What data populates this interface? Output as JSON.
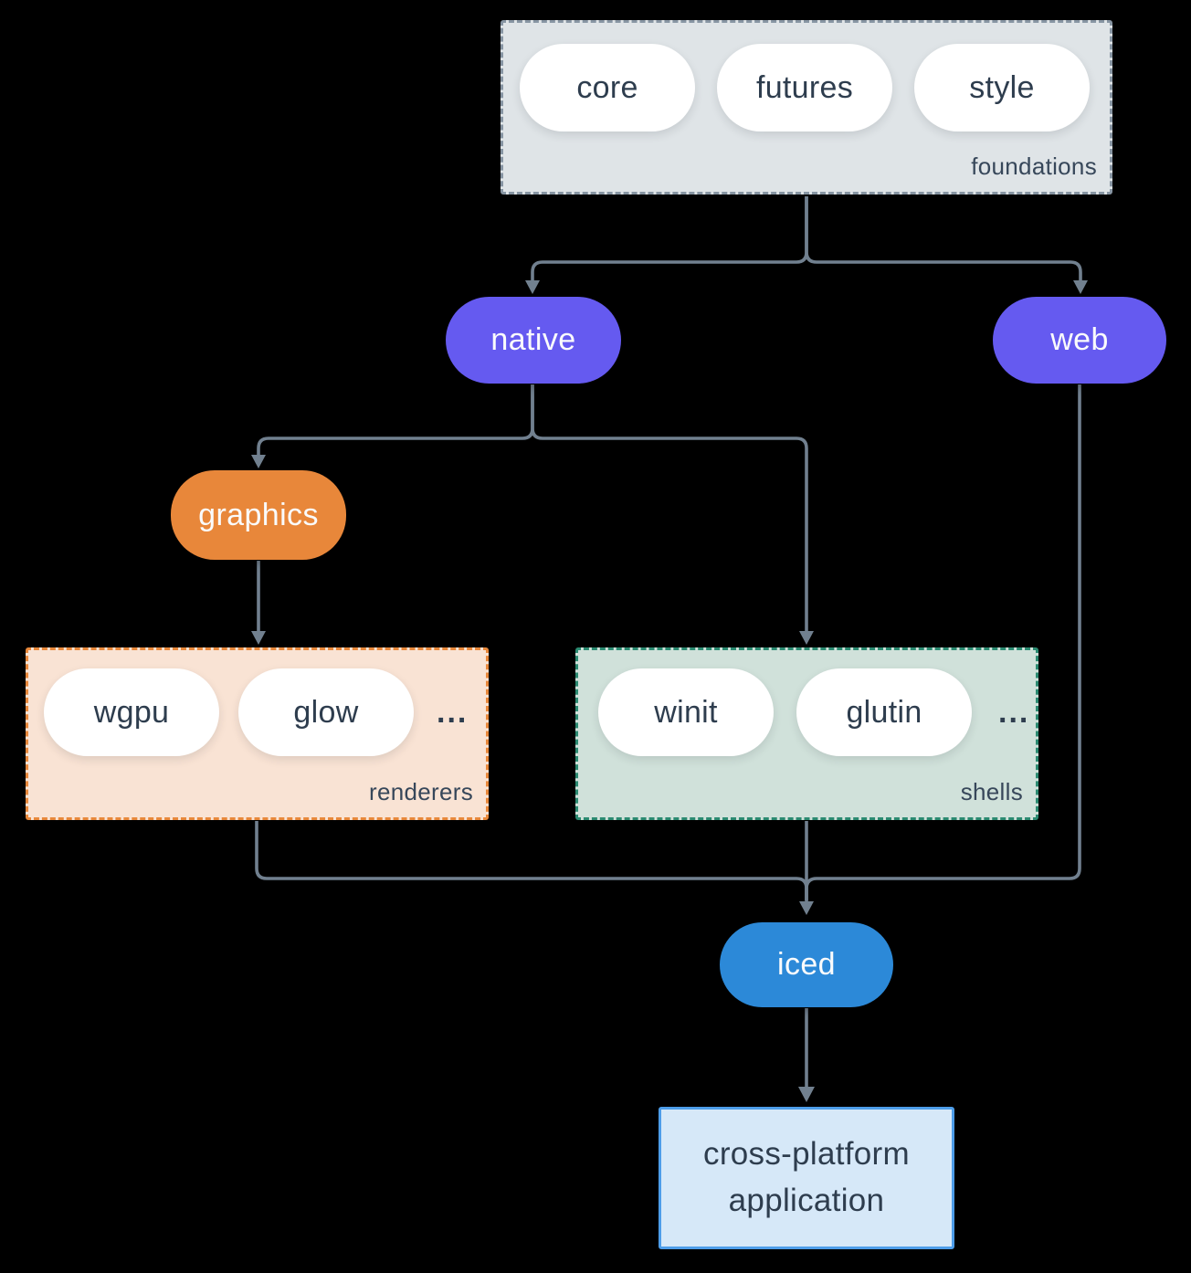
{
  "colors": {
    "background": "#000000",
    "connector": "#71808F",
    "node_purple": "#655AF0",
    "node_orange": "#E8873A",
    "node_blue": "#2C89D8",
    "pill_white": "#FFFFFF",
    "pill_text": "#2E3D4E",
    "foundations_fill": "#DFE4E7",
    "foundations_border": "#8795A3",
    "renderers_fill": "#F9E3D4",
    "renderers_border": "#E8883B",
    "shells_fill": "#D0E1DA",
    "shells_border": "#2B8A71",
    "application_fill": "#D6E8F8",
    "application_border": "#4D9DE9"
  },
  "foundations": {
    "label": "foundations",
    "pills": [
      "core",
      "futures",
      "style"
    ]
  },
  "native": {
    "label": "native"
  },
  "web": {
    "label": "web"
  },
  "graphics": {
    "label": "graphics"
  },
  "renderers": {
    "label": "renderers",
    "pills": [
      "wgpu",
      "glow"
    ],
    "ellipsis": "..."
  },
  "shells": {
    "label": "shells",
    "pills": [
      "winit",
      "glutin"
    ],
    "ellipsis": "..."
  },
  "iced": {
    "label": "iced"
  },
  "application": {
    "line1": "cross-platform",
    "line2": "application"
  }
}
